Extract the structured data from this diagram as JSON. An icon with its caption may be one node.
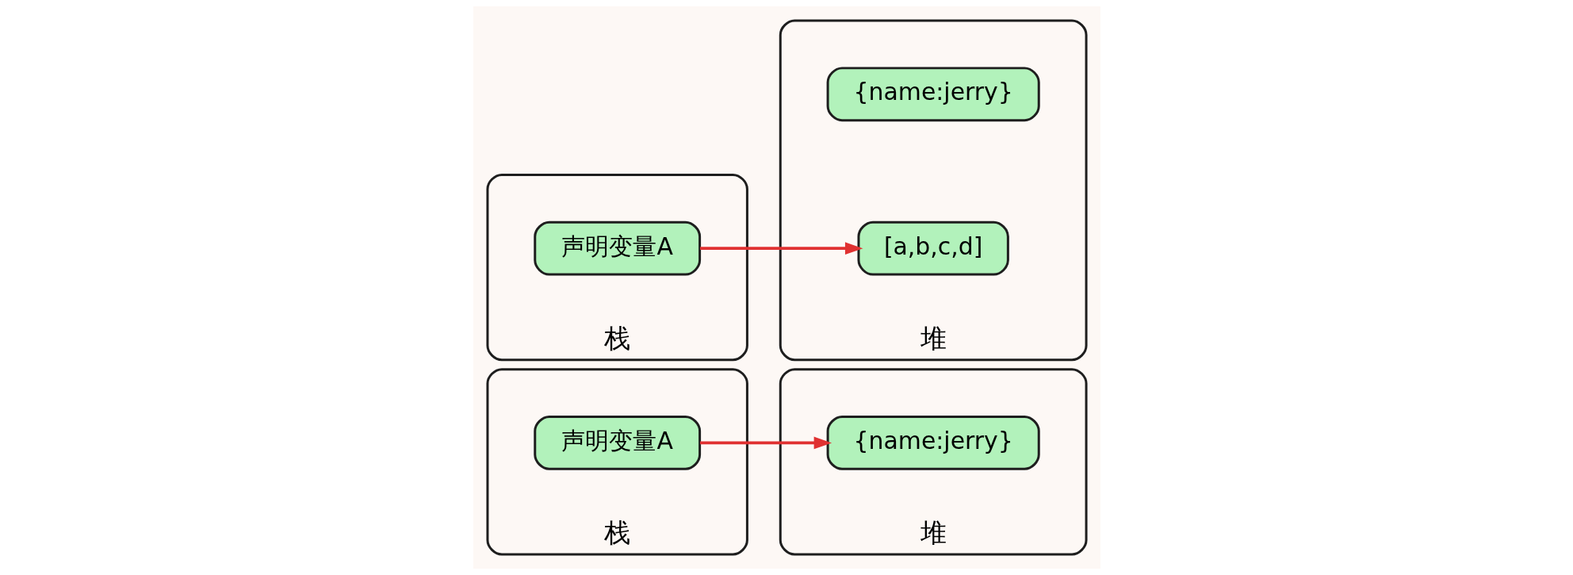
{
  "diagram": {
    "nodes": [
      {
        "text": [
          "栈"
        ]
      },
      {
        "text": [
          "声明变量A"
        ],
        "in": 0
      },
      {
        "text": [
          "堆"
        ]
      },
      {
        "text": [
          "{name:jerry}"
        ],
        "in": 2
      },
      {
        "text": [
          "栈"
        ]
      },
      {
        "text": [
          "声明变量A"
        ],
        "in": 4
      },
      {
        "text": [
          "堆"
        ]
      },
      {
        "text": [
          "{name:jerry}"
        ],
        "in": 6
      },
      {
        "text": [
          "[a,b,c,d]"
        ],
        "in": 6
      }
    ],
    "edges": [
      {
        "from": 1,
        "to": 3,
        "arrow": "to"
      },
      {
        "from": 5,
        "to": 8,
        "arrow": "to"
      }
    ]
  }
}
